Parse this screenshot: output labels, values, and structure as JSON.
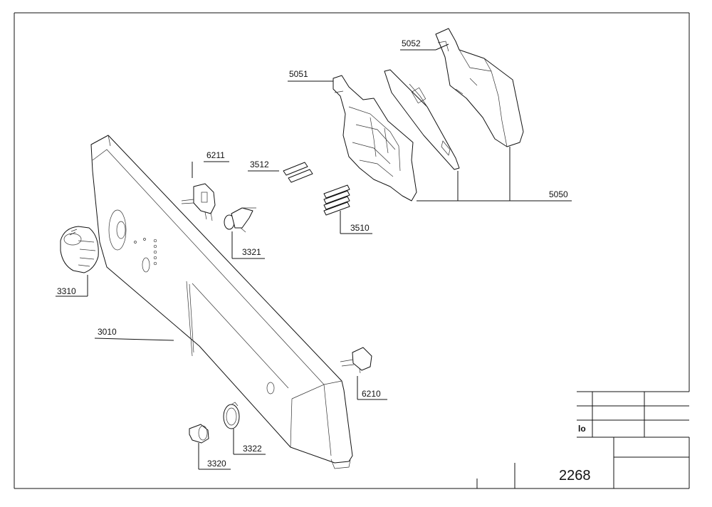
{
  "diagram": {
    "labels": {
      "p5052": "5052",
      "p5051": "5051",
      "p6211": "6211",
      "p3512": "3512",
      "p5050": "5050",
      "p3510": "3510",
      "p3321": "3321",
      "p3310": "3310",
      "p3010": "3010",
      "p6210": "6210",
      "p3322": "3322",
      "p3320": "3320"
    },
    "title_block": {
      "fragment": "lo",
      "drawing_number": "2268"
    }
  }
}
